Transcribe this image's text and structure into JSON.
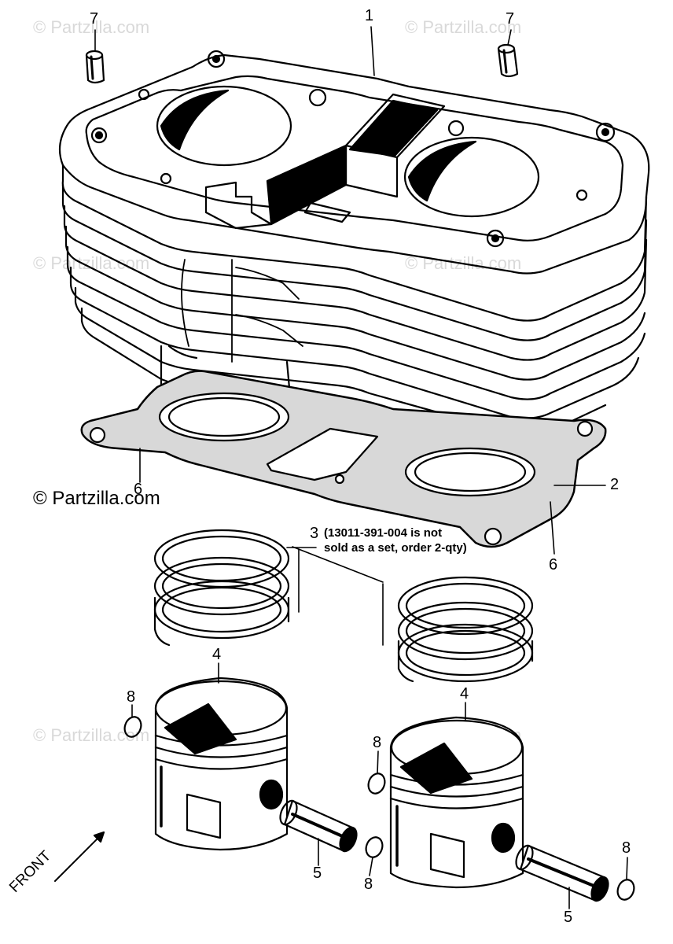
{
  "watermark": "© Partzilla.com",
  "copyright": "© Partzilla.com",
  "note": {
    "line1": "(13011-391-004 is not",
    "line2": "sold as a set, order 2-qty)"
  },
  "front_label": "FRONT",
  "callouts": {
    "c1": "1",
    "c2": "2",
    "c3": "3",
    "c4a": "4",
    "c4b": "4",
    "c5a": "5",
    "c5b": "5",
    "c6a": "6",
    "c6b": "6",
    "c7a": "7",
    "c7b": "7",
    "c8a": "8",
    "c8b": "8",
    "c8c": "8",
    "c8d": "8"
  }
}
